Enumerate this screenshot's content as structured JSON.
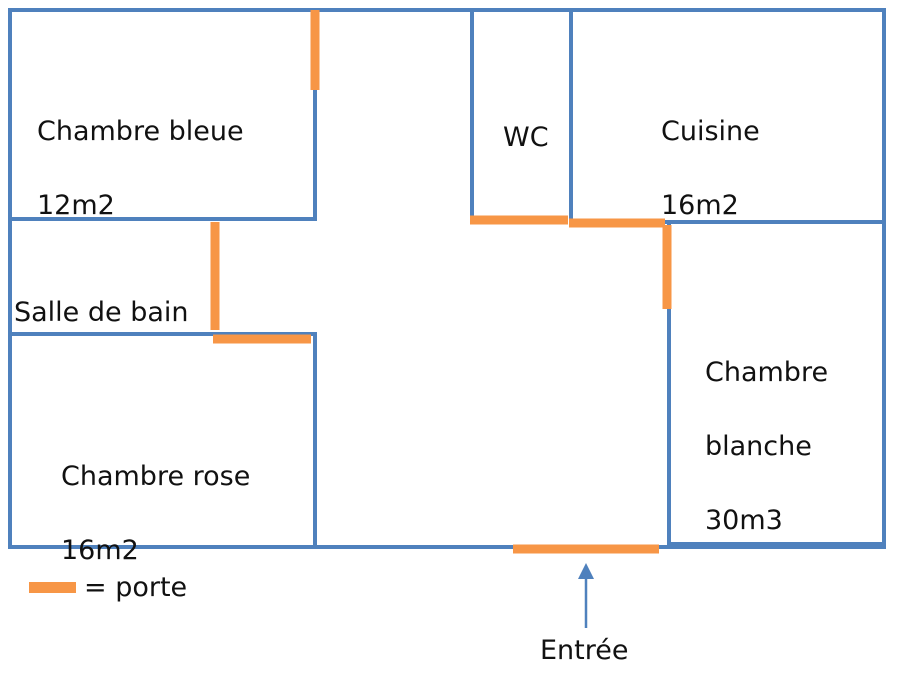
{
  "plan": {
    "wall_color": "#4F81BD",
    "door_color": "#F79646",
    "rooms": {
      "chambre_bleue": {
        "name": "Chambre bleue",
        "area": "12m2"
      },
      "wc": {
        "name": "WC"
      },
      "cuisine": {
        "name": "Cuisine",
        "area": "16m2"
      },
      "salle_de_bain": {
        "name": "Salle de bain"
      },
      "chambre_rose": {
        "name": "Chambre rose",
        "area": "16m2"
      },
      "chambre_blanche": {
        "name_line1": "Chambre",
        "name_line2": "blanche",
        "area": "30m3"
      }
    }
  },
  "legend": {
    "label": "= porte"
  },
  "entrance": {
    "label": "Entrée",
    "icon": "arrow-up-icon"
  }
}
